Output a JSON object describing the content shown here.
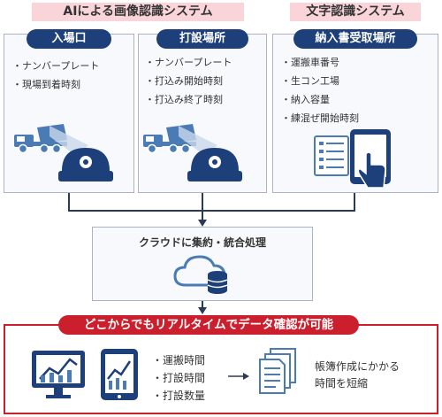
{
  "headers": {
    "ai": "AIによる画像認識システム",
    "ocr": "文字認識システム"
  },
  "panels": [
    {
      "title": "入場口",
      "items": [
        "ナンバープレート",
        "現場到着時刻"
      ]
    },
    {
      "title": "打設場所",
      "items": [
        "ナンバープレート",
        "打込み開始時刻",
        "打込み終了時刻"
      ]
    },
    {
      "title": "納入書受取場所",
      "items": [
        "運搬車番号",
        "生コン工場",
        "納入容量",
        "練混ぜ開始時刻"
      ]
    }
  ],
  "center": {
    "title": "クラウドに集約・統合処理"
  },
  "banner": {
    "text": "どこからでもリアルタイムでデータ確認が可能"
  },
  "bottom": {
    "items": [
      "運搬時間",
      "打設時間",
      "打設数量"
    ],
    "result_line1": "帳簿作成にかかる",
    "result_line2": "時間を短縮"
  },
  "colors": {
    "navy": "#1d3f7a",
    "pink": "#f9d4d9",
    "red": "#cc1f2e",
    "steel_blue": "#4a7bb5"
  },
  "icons": [
    "mixer-truck-icon",
    "camera-dome-icon",
    "tablet-hand-icon",
    "cloud-database-icon",
    "monitor-chart-icon",
    "tablet-chart-icon",
    "documents-icon",
    "arrow-right-icon"
  ]
}
